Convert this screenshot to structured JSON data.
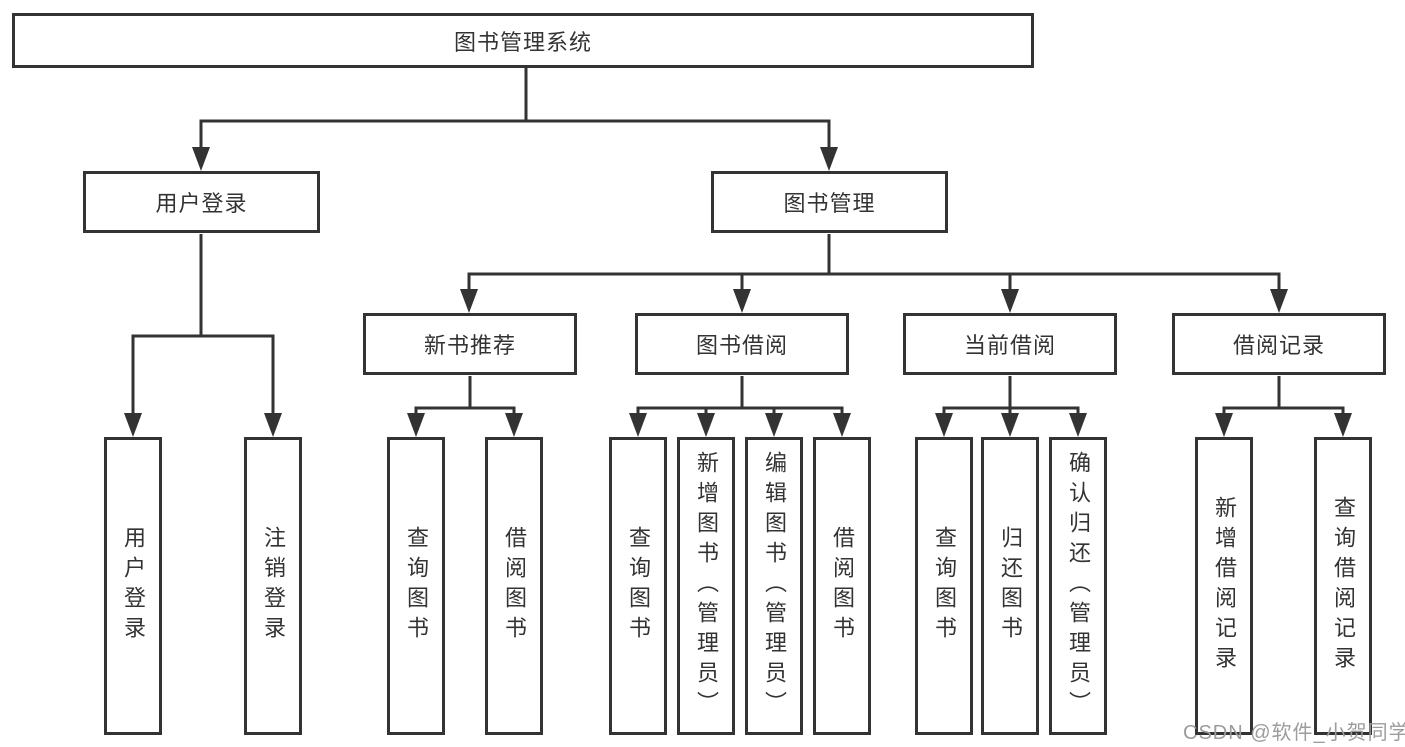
{
  "tree": {
    "root": {
      "label": "图书管理系统"
    },
    "branches": [
      {
        "label": "用户登录",
        "children": [
          {
            "label": "用户登录"
          },
          {
            "label": "注销登录"
          }
        ]
      },
      {
        "label": "图书管理",
        "children": [
          {
            "label": "新书推荐",
            "children": [
              {
                "label": "查询图书"
              },
              {
                "label": "借阅图书"
              }
            ]
          },
          {
            "label": "图书借阅",
            "children": [
              {
                "label": "查询图书"
              },
              {
                "label": "新增图书（管理员）"
              },
              {
                "label": "编辑图书（管理员）"
              },
              {
                "label": "借阅图书"
              }
            ]
          },
          {
            "label": "当前借阅",
            "children": [
              {
                "label": "查询图书"
              },
              {
                "label": "归还图书"
              },
              {
                "label": "确认归还（管理员）"
              }
            ]
          },
          {
            "label": "借阅记录",
            "children": [
              {
                "label": "新增借阅记录"
              },
              {
                "label": "查询借阅记录"
              }
            ]
          }
        ]
      }
    ]
  },
  "watermark": {
    "text": "CSDN @软件_小贺同学"
  },
  "colors": {
    "line": "#333333",
    "text": "#333333",
    "watermark": "#9c9c9c",
    "background": "#ffffff"
  }
}
